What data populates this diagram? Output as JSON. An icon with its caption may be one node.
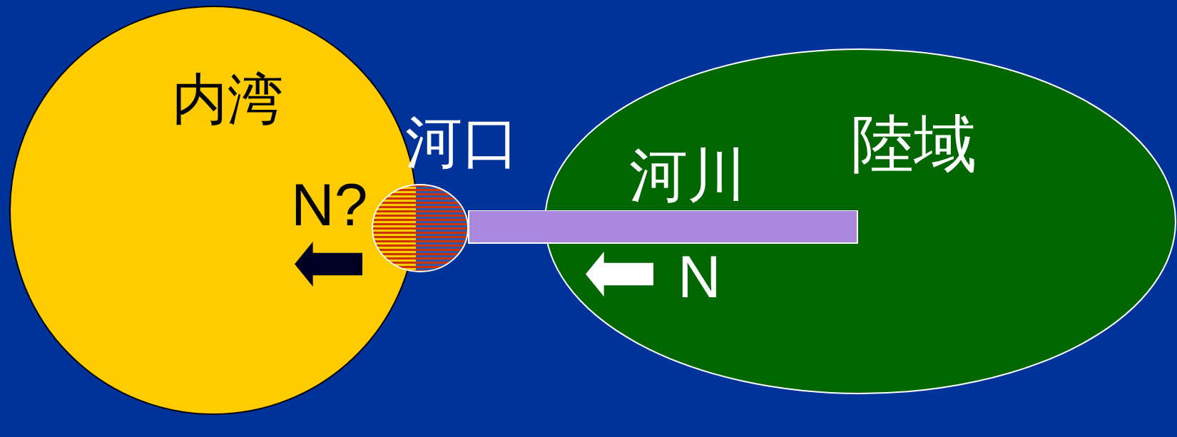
{
  "diagram": {
    "nodes": [
      {
        "text": [
          "内湾"
        ]
      },
      {
        "text": [
          "河口"
        ]
      },
      {
        "text": [
          "陸域",
          "河川"
        ]
      },
      {
        "text": [],
        "shape": "bar"
      }
    ],
    "labels": [
      "N?",
      "N"
    ]
  }
}
